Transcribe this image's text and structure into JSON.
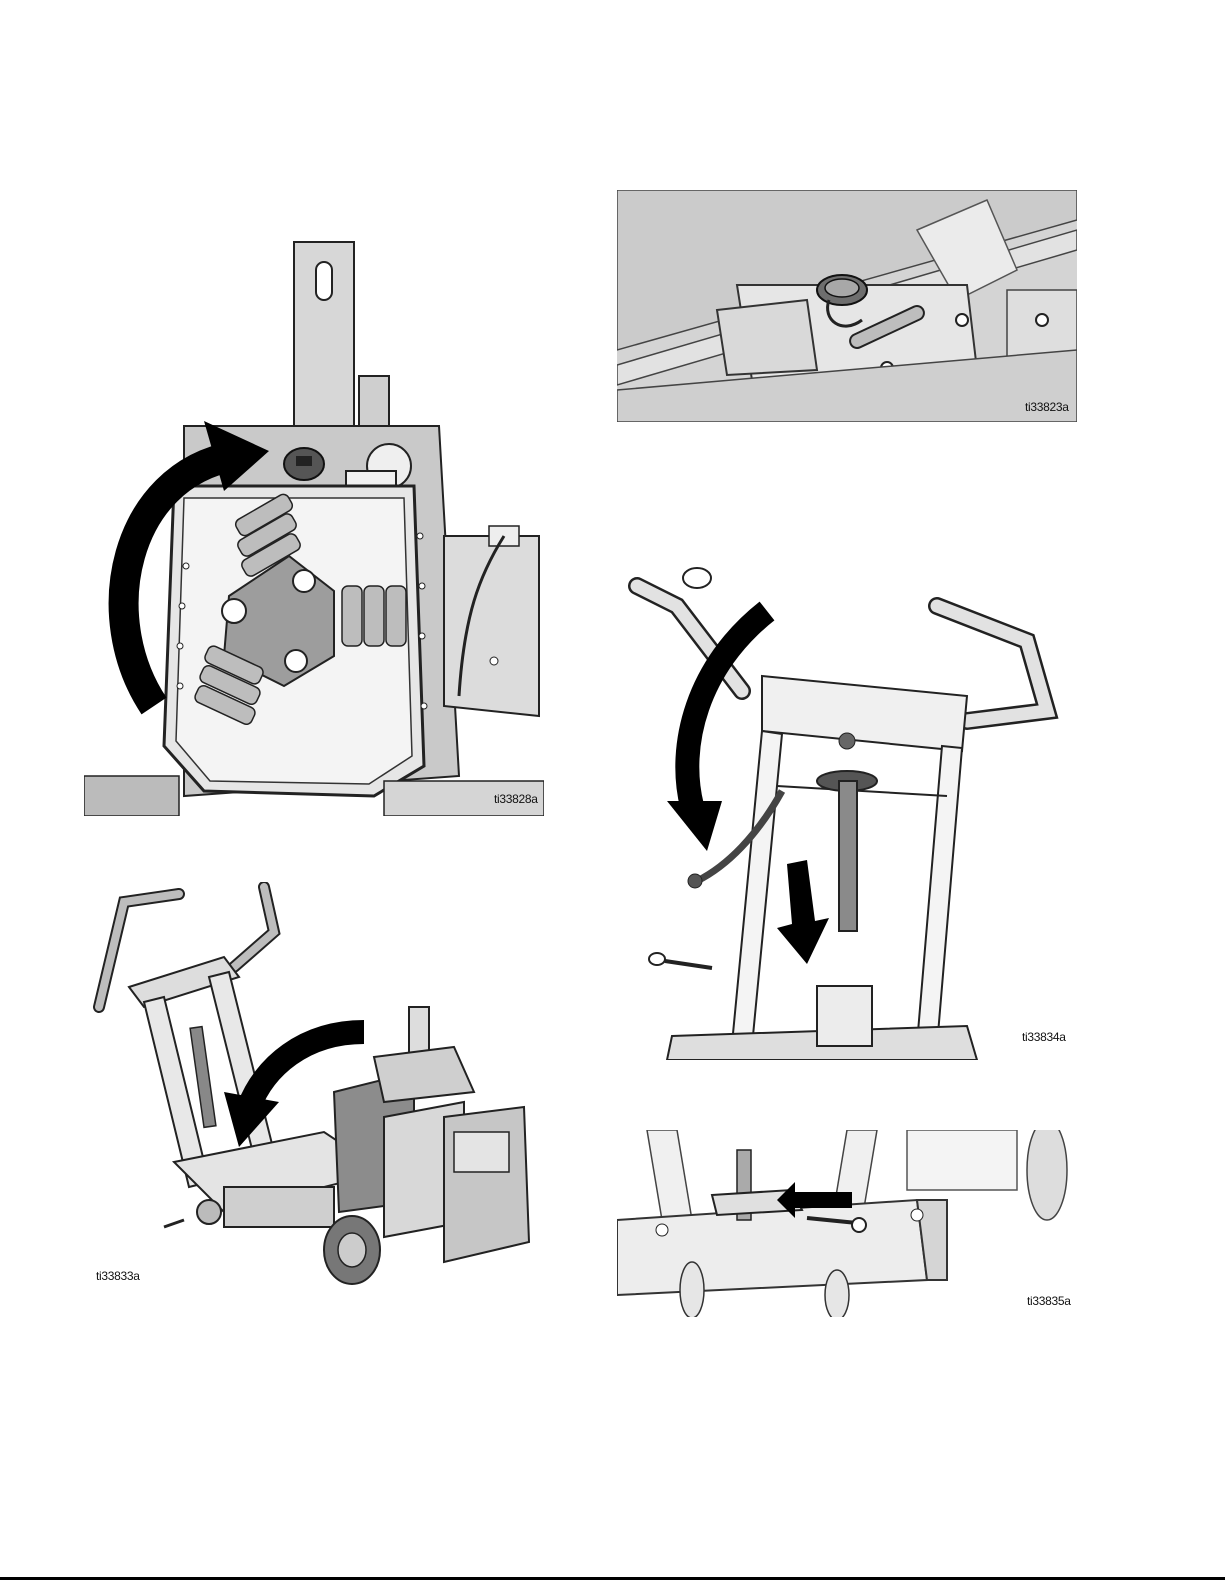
{
  "figures": [
    {
      "id": "ti33828a",
      "subject": "housing door swings open, cutter drum assembly"
    },
    {
      "id": "ti33823a",
      "subject": "underside pin and hitch detail"
    },
    {
      "id": "ti33833a",
      "subject": "machine overview, handle rotates down"
    },
    {
      "id": "ti33834a",
      "subject": "handlebar folds down, column lowers"
    },
    {
      "id": "ti33835a",
      "subject": "pin inserted into base plate"
    }
  ],
  "colors": {
    "arrow": "#000000",
    "metal": "#d9d9d9",
    "metal_dark": "#9a9a9a",
    "outline": "#1a1a1a"
  }
}
